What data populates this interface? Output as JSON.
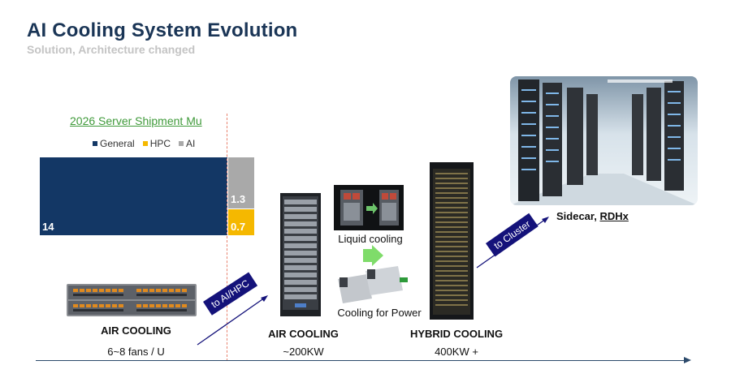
{
  "slide": {
    "title": "AI Cooling System Evolution",
    "subtitle": "Solution,  Architecture changed"
  },
  "chart_data": {
    "type": "bar",
    "title": "2026 Server Shipment Mu",
    "legend": [
      "General",
      "HPC",
      "AI"
    ],
    "legend_position": "top",
    "stacked": true,
    "series": [
      {
        "name": "General",
        "values": [
          14
        ],
        "color": "#133765"
      },
      {
        "name": "HPC",
        "values": [
          0.7
        ],
        "color": "#f5b800"
      },
      {
        "name": "AI",
        "values": [
          1.3
        ],
        "color": "#a9a9a9"
      }
    ],
    "data_labels": [
      "14",
      "0.7",
      "1.3"
    ]
  },
  "stages": {
    "air1": {
      "label": "AIR COOLING",
      "sub": "6~8 fans / U"
    },
    "air2": {
      "label": "AIR COOLING",
      "sub": "~200KW"
    },
    "hybrid": {
      "label": "HYBRID COOLING",
      "sub": "400KW +"
    }
  },
  "transitions": {
    "to_ai_hpc": "to AI/HPC",
    "to_cluster": "to Cluster"
  },
  "captions": {
    "liquid": "Liquid cooling",
    "power": "Cooling for Power",
    "sidecar_prefix": "Sidecar, ",
    "sidecar_link": "RDHx"
  },
  "colors": {
    "title": "#1a3556",
    "general": "#133765",
    "hpc": "#f5b800",
    "ai": "#a9a9a9",
    "badge": "#14127a",
    "chart_title": "#3f9a3a",
    "divider": "#e8826e"
  }
}
